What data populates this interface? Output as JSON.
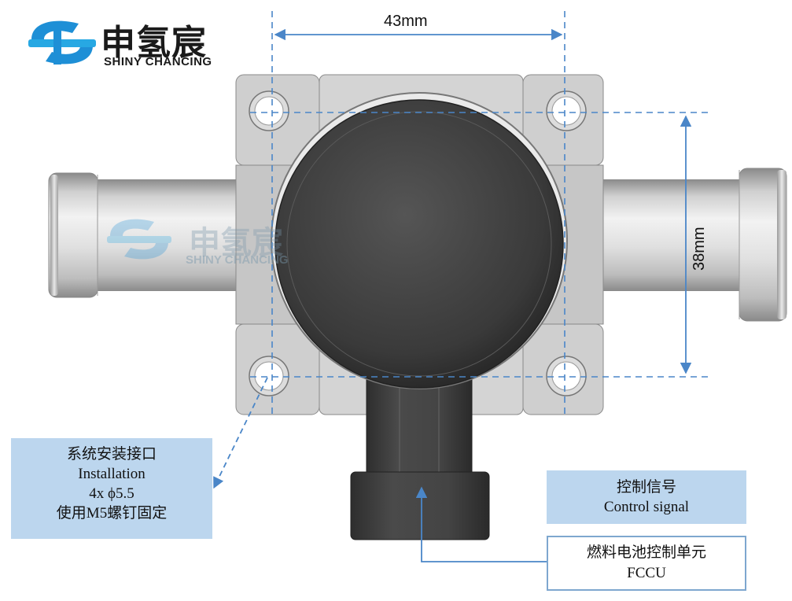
{
  "brand": {
    "name_cn": "申氢宸",
    "name_en": "SHINY CHANCING"
  },
  "watermark": {
    "name_cn": "申氢宸",
    "name_en": "SHINY CHANCING"
  },
  "dimensions": {
    "width_label": "43mm",
    "height_label": "38mm"
  },
  "callouts": {
    "installation": {
      "line1": "系统安装接口",
      "line2": "Installation",
      "line3": "4x ϕ5.5",
      "line4": "使用M5螺钉固定"
    },
    "control": {
      "line1": "控制信号",
      "line2": "Control signal"
    },
    "fccu": {
      "line1": "燃料电池控制单元",
      "line2": "FCCU"
    }
  },
  "colors": {
    "dimension_line": "#4a86c8",
    "callout_fill": "#bcd6ee",
    "callout_border": "#7ea7cf",
    "logo_blue": "#1e8fd6",
    "body_gray": "#c8c8c8",
    "dome_dark": "#3e3e3e"
  }
}
